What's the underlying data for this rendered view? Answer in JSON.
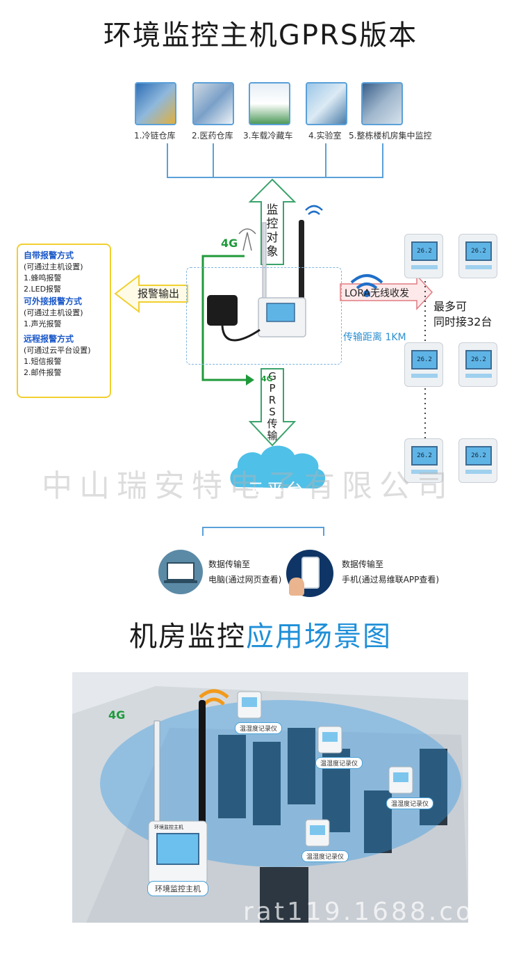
{
  "header": {
    "title": "环境监控主机GPRS版本"
  },
  "scenarios": [
    {
      "label": "1.冷链仓库"
    },
    {
      "label": "2.医药仓库"
    },
    {
      "label": "3.车载冷藏车"
    },
    {
      "label": "4.实验室"
    },
    {
      "label": "5.整栋楼机房集中监控"
    }
  ],
  "center": {
    "monitor_arrow": [
      "监",
      "控",
      "对",
      "象"
    ],
    "alarm_output": "报警输出",
    "signal_4g": "4G",
    "signal_4g_small": "4G",
    "gprs_arrow": [
      "G",
      "P",
      "R",
      "S",
      "传",
      "输"
    ]
  },
  "alarm_panel": {
    "section1_title": "自带报警方式",
    "section1_sub": "(可通过主机设置)",
    "section1_items": [
      "1.蜂鸣报警",
      "2.LED报警"
    ],
    "section2_title": "可外接报警方式",
    "section2_sub": "(可通过主机设置)",
    "section2_items": [
      "1.声光报警"
    ],
    "section3_title": "远程报警方式",
    "section3_sub": "(可通过云平台设置)",
    "section3_items": [
      "1.短信报警",
      "2.邮件报警"
    ]
  },
  "lora": {
    "label": "LORA无线收发",
    "distance": "传输距离 1KM"
  },
  "devices": {
    "count_line1": "最多可",
    "count_line2": "同时接32台",
    "readings": [
      "26.2",
      "26.2",
      "26.2",
      "26.2",
      "26.2",
      "26.2"
    ]
  },
  "watermark": "中山瑞安特电子有限公司",
  "cloud": {
    "label": "云平台"
  },
  "outputs": {
    "pc_line1": "数据传输至",
    "pc_line2": "电脑(通过网页查看)",
    "phone_line1": "数据传输至",
    "phone_line2": "手机(通过易维联APP查看)"
  },
  "section2": {
    "title_a": "机房监控",
    "title_b": "应用场景图",
    "signal_4g": "4G",
    "recorder_label": "温湿度记录仪",
    "host_label": "环境监控主机",
    "host_screen_title": "环境监控主机",
    "bottom_watermark": "rat119.1688.co"
  },
  "colors": {
    "accent_blue": "#1f8fd8",
    "alarm_yellow": "#f1cf2f",
    "green_line": "#1f9a3a",
    "cloud_blue": "#4fc0e8"
  }
}
